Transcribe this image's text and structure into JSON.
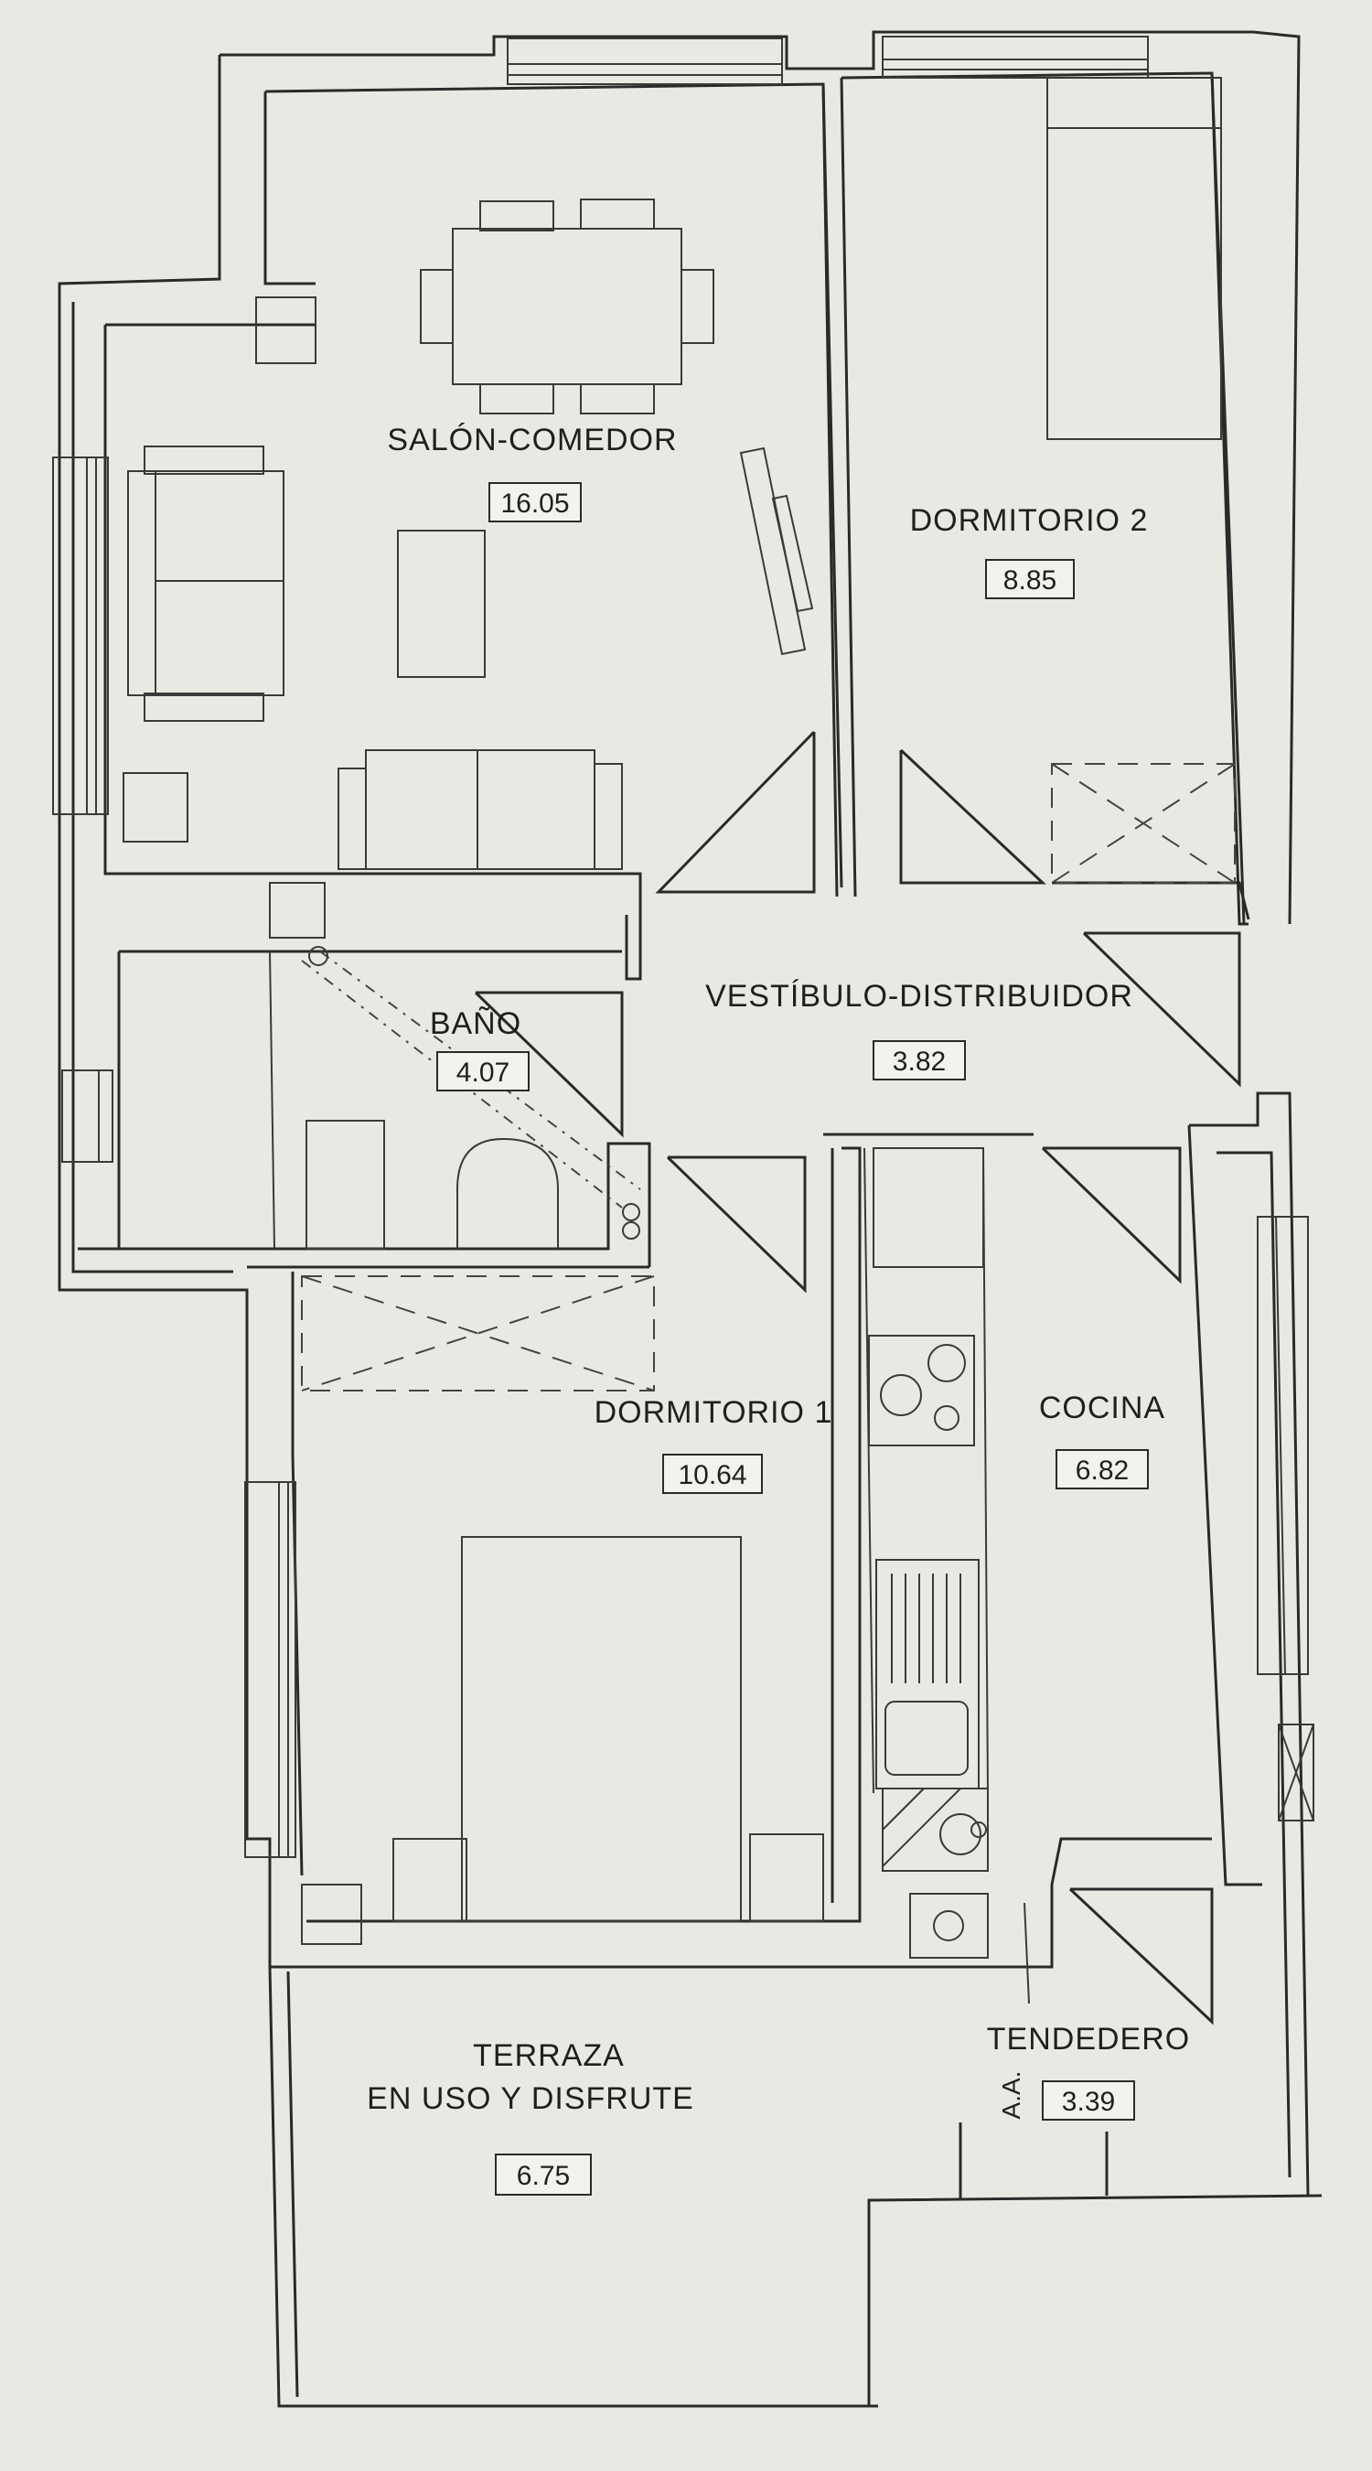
{
  "rooms": {
    "salon_comedor": {
      "label": "SALÓN-COMEDOR",
      "area": "16.05"
    },
    "dormitorio_2": {
      "label": "DORMITORIO 2",
      "area": "8.85"
    },
    "bano": {
      "label": "BAÑO",
      "area": "4.07"
    },
    "vestibulo": {
      "label": "VESTÍBULO-DISTRIBUIDOR",
      "area": "3.82"
    },
    "dormitorio_1": {
      "label": "DORMITORIO 1",
      "area": "10.64"
    },
    "cocina": {
      "label": "COCINA",
      "area": "6.82"
    },
    "terraza": {
      "label_line1": "TERRAZA",
      "label_line2": "EN USO Y DISFRUTE",
      "area": "6.75"
    },
    "tendedero": {
      "label": "TENDEDERO",
      "area": "3.39"
    }
  },
  "annotations": {
    "aa": "A.A."
  }
}
